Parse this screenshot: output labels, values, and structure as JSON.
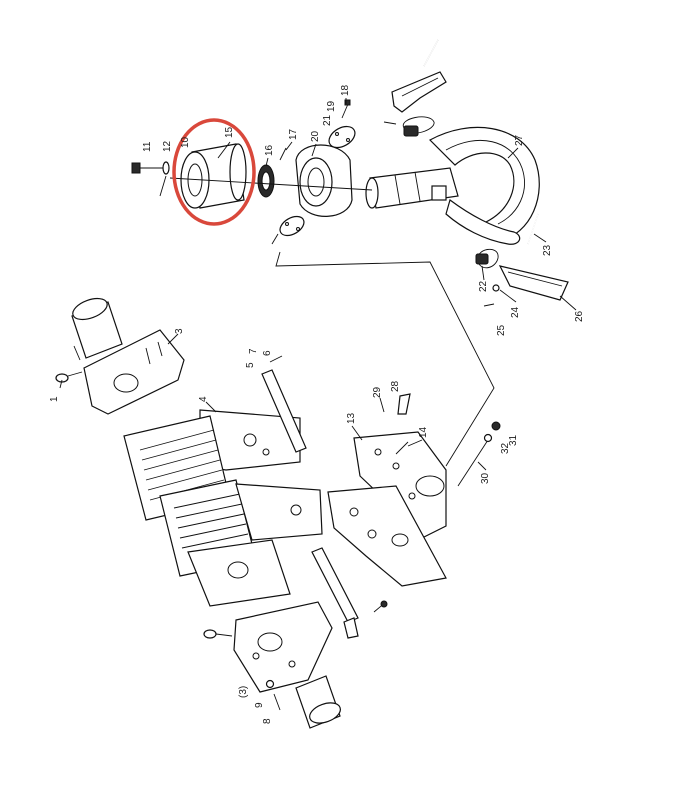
{
  "diagram": {
    "callouts": [
      {
        "id": "1",
        "label": "1"
      },
      {
        "id": "3",
        "label": "3"
      },
      {
        "id": "3b",
        "label": "(3)"
      },
      {
        "id": "4",
        "label": "4"
      },
      {
        "id": "5",
        "label": "5"
      },
      {
        "id": "6",
        "label": "6"
      },
      {
        "id": "7",
        "label": "7"
      },
      {
        "id": "8",
        "label": "8"
      },
      {
        "id": "9",
        "label": "9"
      },
      {
        "id": "10",
        "label": "10"
      },
      {
        "id": "11",
        "label": "11"
      },
      {
        "id": "12",
        "label": "12"
      },
      {
        "id": "13",
        "label": "13"
      },
      {
        "id": "14",
        "label": "14"
      },
      {
        "id": "15",
        "label": "15"
      },
      {
        "id": "16",
        "label": "16"
      },
      {
        "id": "17",
        "label": "17"
      },
      {
        "id": "18",
        "label": "18"
      },
      {
        "id": "19",
        "label": "19"
      },
      {
        "id": "20",
        "label": "20"
      },
      {
        "id": "21",
        "label": "21"
      },
      {
        "id": "22",
        "label": "22"
      },
      {
        "id": "23",
        "label": "23"
      },
      {
        "id": "24",
        "label": "24"
      },
      {
        "id": "25",
        "label": "25"
      },
      {
        "id": "26",
        "label": "26"
      },
      {
        "id": "27",
        "label": "27"
      },
      {
        "id": "28",
        "label": "28"
      },
      {
        "id": "29",
        "label": "29"
      },
      {
        "id": "30",
        "label": "30"
      },
      {
        "id": "31",
        "label": "31"
      },
      {
        "id": "32",
        "label": "32"
      }
    ],
    "highlight_color": "#d9483b",
    "highlighted_part": "15"
  }
}
